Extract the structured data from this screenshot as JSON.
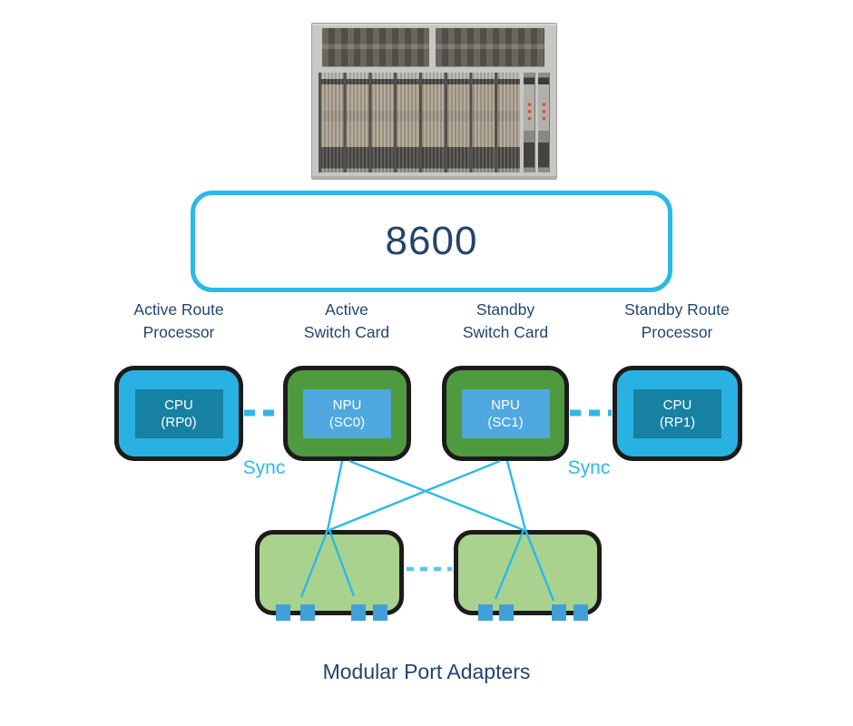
{
  "colors": {
    "accent": "#2CB9E8",
    "dash-light": "#5BC4EE",
    "navy": "#24446E",
    "rp-fill": "#29B1E2",
    "rp-chip": "#1781A3",
    "sc-fill": "#4F9A3F",
    "sc-chip": "#4FA8DF",
    "adapter-fill": "#AAD28F",
    "port-blue": "#41A0D8",
    "box-border": "#1B1B1B"
  },
  "platform": {
    "label": "8600"
  },
  "cards": [
    {
      "title_line1": "Active Route",
      "title_line2": "Processor",
      "chip_line1": "CPU",
      "chip_line2": "(RP0)"
    },
    {
      "title_line1": "Active",
      "title_line2": "Switch Card",
      "chip_line1": "NPU",
      "chip_line2": "(SC0)"
    },
    {
      "title_line1": "Standby",
      "title_line2": "Switch Card",
      "chip_line1": "NPU",
      "chip_line2": "(SC1)"
    },
    {
      "title_line1": "Standby Route",
      "title_line2": "Processor",
      "chip_line1": "CPU",
      "chip_line2": "(RP1)"
    }
  ],
  "links": {
    "sync_left": "Sync",
    "sync_right": "Sync"
  },
  "adapters": {
    "caption": "Modular Port Adapters"
  }
}
